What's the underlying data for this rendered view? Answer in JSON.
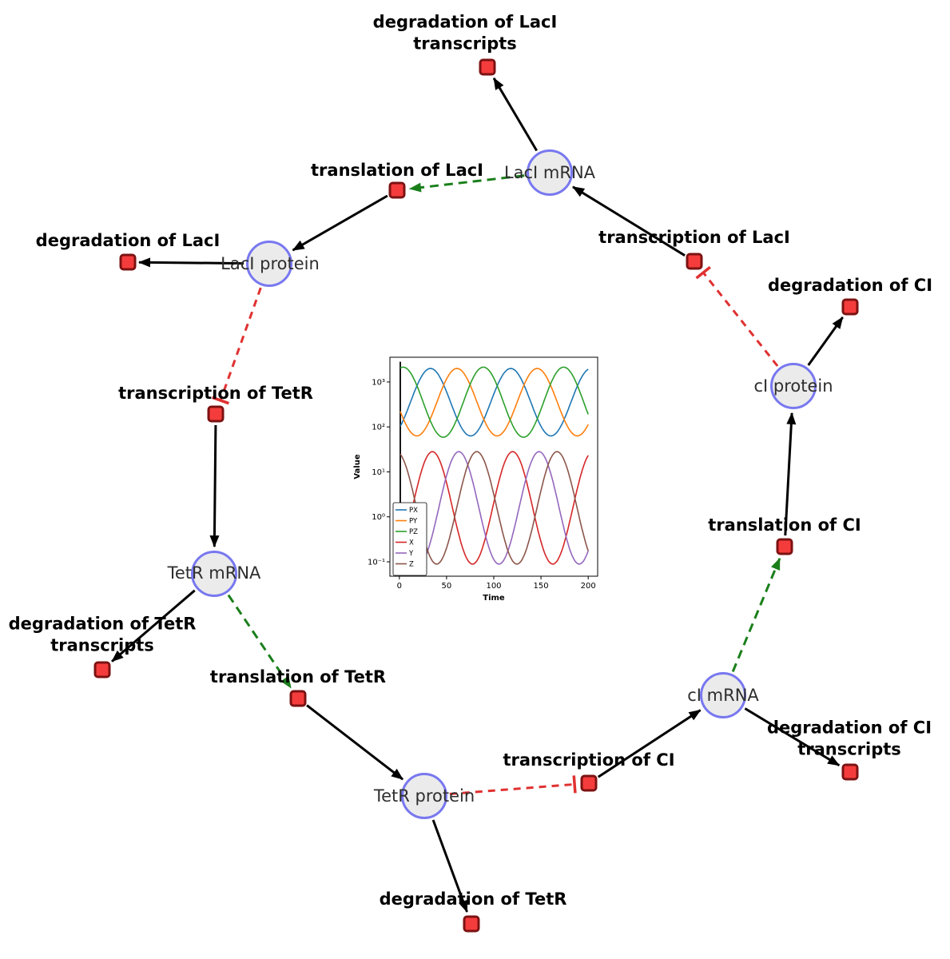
{
  "diagram": {
    "species": [
      {
        "label": "LacI mRNA"
      },
      {
        "label": "LacI protein"
      },
      {
        "label": "TetR mRNA"
      },
      {
        "label": "TetR protein"
      },
      {
        "label": "cI mRNA"
      },
      {
        "label": "cI protein"
      }
    ],
    "reactions": [
      {
        "label": "degradation of LacI transcripts"
      },
      {
        "label": "translation of LacI"
      },
      {
        "label": "transcription of LacI"
      },
      {
        "label": "degradation of LacI"
      },
      {
        "label": "degradation of CI"
      },
      {
        "label": "transcription of TetR"
      },
      {
        "label": "translation of CI"
      },
      {
        "label": "degradation of TetR transcripts"
      },
      {
        "label": "translation of TetR"
      },
      {
        "label": "degradation of CI transcripts"
      },
      {
        "label": "transcription of CI"
      },
      {
        "label": "degradation of TetR"
      }
    ],
    "edge_colors": {
      "consumption_production": "#000000",
      "modifier": "#1a7f1a",
      "inhibition": "#e03131"
    },
    "node_colors": {
      "species_fill": "#ebebeb",
      "species_border": "#7878f0",
      "reaction_fill": "#f53c3c",
      "reaction_border": "#7c1212"
    }
  },
  "chart_data": {
    "type": "line",
    "title": "",
    "xlabel": "Time",
    "ylabel": "Value",
    "x_range": [
      0,
      200
    ],
    "x_ticks": [
      0,
      50,
      100,
      150,
      200
    ],
    "y_scale": "log",
    "y_ticks": [
      {
        "label": "10⁻¹",
        "log10": -1
      },
      {
        "label": "10⁰",
        "log10": 0
      },
      {
        "label": "10¹",
        "log10": 1
      },
      {
        "label": "10²",
        "log10": 2
      },
      {
        "label": "10³",
        "log10": 3
      }
    ],
    "legend_position": "lower-left",
    "legend_entries": [
      "PX",
      "PY",
      "PZ",
      "X",
      "Y",
      "Z"
    ],
    "series": [
      {
        "name": "PX",
        "color": "#1f77b4",
        "log10_mid": 2.55,
        "log10_amp": 0.75,
        "period": 85,
        "peak_t": 33
      },
      {
        "name": "PY",
        "color": "#ff7f0e",
        "log10_mid": 2.55,
        "log10_amp": 0.75,
        "period": 85,
        "peak_t": 61
      },
      {
        "name": "PZ",
        "color": "#2ca02c",
        "log10_mid": 2.55,
        "log10_amp": 0.78,
        "period": 85,
        "peak_t": 89
      },
      {
        "name": "X",
        "color": "#d62728",
        "log10_mid": 0.2,
        "log10_amp": 1.25,
        "period": 85,
        "peak_t": 35
      },
      {
        "name": "Y",
        "color": "#9467bd",
        "log10_mid": 0.2,
        "log10_amp": 1.25,
        "period": 85,
        "peak_t": 63
      },
      {
        "name": "Z",
        "color": "#8c564b",
        "log10_mid": 0.2,
        "log10_amp": 1.25,
        "period": 85,
        "peak_t": 82
      }
    ]
  }
}
